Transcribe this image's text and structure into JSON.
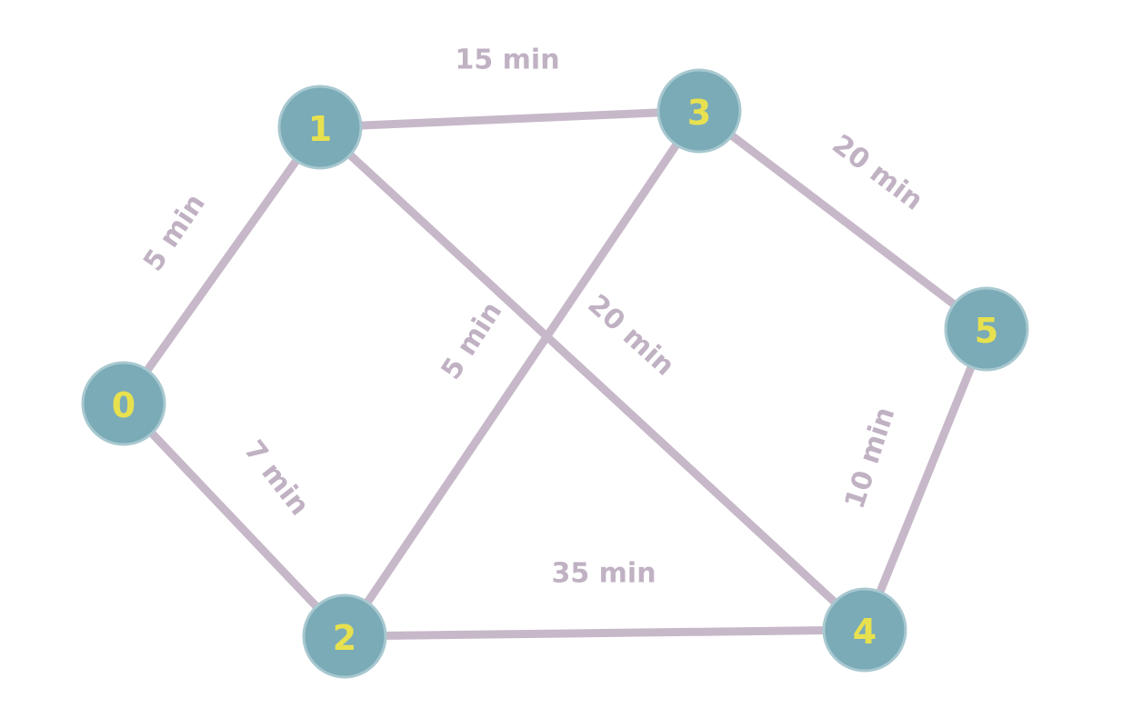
{
  "colors": {
    "edge": "#c7b8c9",
    "edge_label": "#c0b1c3",
    "node_fill": "#7aabb7",
    "node_stroke": "#a8c8d0",
    "node_label": "#e8e14f"
  },
  "nodes": [
    {
      "id": "0",
      "label": "0"
    },
    {
      "id": "1",
      "label": "1"
    },
    {
      "id": "2",
      "label": "2"
    },
    {
      "id": "3",
      "label": "3"
    },
    {
      "id": "4",
      "label": "4"
    },
    {
      "id": "5",
      "label": "5"
    }
  ],
  "edges": [
    {
      "from": "0",
      "to": "1",
      "label": "5 min"
    },
    {
      "from": "0",
      "to": "2",
      "label": "7 min"
    },
    {
      "from": "1",
      "to": "3",
      "label": "15 min"
    },
    {
      "from": "1",
      "to": "4",
      "label": "20 min"
    },
    {
      "from": "2",
      "to": "3",
      "label": "5 min"
    },
    {
      "from": "2",
      "to": "4",
      "label": "35 min"
    },
    {
      "from": "3",
      "to": "5",
      "label": "20 min"
    },
    {
      "from": "4",
      "to": "5",
      "label": "10 min"
    }
  ]
}
